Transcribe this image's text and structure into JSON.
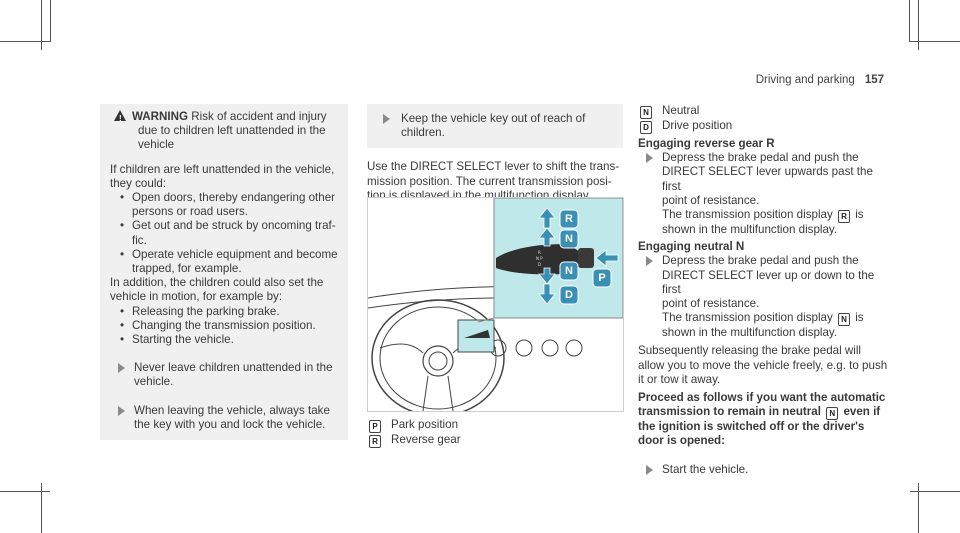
{
  "header": {
    "section": "Driving and parking",
    "page": "157"
  },
  "warning": {
    "label": "WARNING",
    "lines": [
      "Risk of accident and injury",
      "due to children left unattended in the",
      "vehicle"
    ]
  },
  "left": {
    "intro": [
      "If children are left unattended in the vehicle,",
      "they could:"
    ],
    "bullets1": [
      [
        "Open doors, thereby endangering other",
        "persons or road users."
      ],
      [
        "Get out and be struck by oncoming traf-",
        "fic."
      ],
      [
        "Operate vehicle equipment and become",
        "trapped, for example."
      ]
    ],
    "intro2": [
      "In addition, the children could also set the",
      "vehicle in motion, for example by:"
    ],
    "bullets2": [
      "Releasing the parking brake.",
      "Changing the transmission position.",
      "Starting the vehicle."
    ],
    "step1": [
      "Never leave children unattended in the",
      "vehicle."
    ],
    "step2": [
      "When leaving the vehicle, always take",
      "the key with you and lock the vehicle."
    ]
  },
  "middle": {
    "step_keep": [
      "Keep the vehicle key out of reach of",
      "children."
    ],
    "para": [
      "Use the DIRECT SELECT lever to shift the trans-",
      "mission position. The current transmission posi-",
      "tion is displayed in the multifunction display."
    ],
    "legend": [
      {
        "key": "P",
        "label": "Park position"
      },
      {
        "key": "R",
        "label": "Reverse gear"
      }
    ],
    "figure_labels": [
      "R",
      "N",
      "N",
      "D",
      "P"
    ]
  },
  "right": {
    "legend": [
      {
        "key": "N",
        "label": "Neutral"
      },
      {
        "key": "D",
        "label": "Drive position"
      }
    ],
    "h_reverse": "Engaging reverse gear R",
    "rev_step": [
      "Depress the brake pedal and push the",
      "DIRECT SELECT lever upwards past the first",
      "point of resistance."
    ],
    "rev_disp_pre": "The transmission position display",
    "rev_disp_key": "R",
    "rev_disp_post": "is",
    "rev_disp_line2": "shown in the multifunction display.",
    "h_neutral": "Engaging neutral N",
    "neu_step": [
      "Depress the brake pedal and push the",
      "DIRECT SELECT lever up or down to the first",
      "point of resistance."
    ],
    "neu_disp_pre": "The transmission position display",
    "neu_disp_key": "N",
    "neu_disp_post": "is",
    "neu_disp_line2": "shown in the multifunction display.",
    "subseq": [
      "Subsequently releasing the brake pedal will",
      "allow you to move the vehicle freely, e.g. to push",
      "it or tow it away."
    ],
    "bold_1": "Proceed as follows if you want the automatic",
    "bold_2a": "transmission to remain in neutral",
    "bold_2key": "N",
    "bold_2b": "even if",
    "bold_3": "the ignition is switched off or the driver's",
    "bold_4": "door is opened:",
    "start": "Start the vehicle."
  },
  "colors": {
    "accent_teal": "#bfe8ea",
    "badge_blue": "#3a8fb4"
  }
}
